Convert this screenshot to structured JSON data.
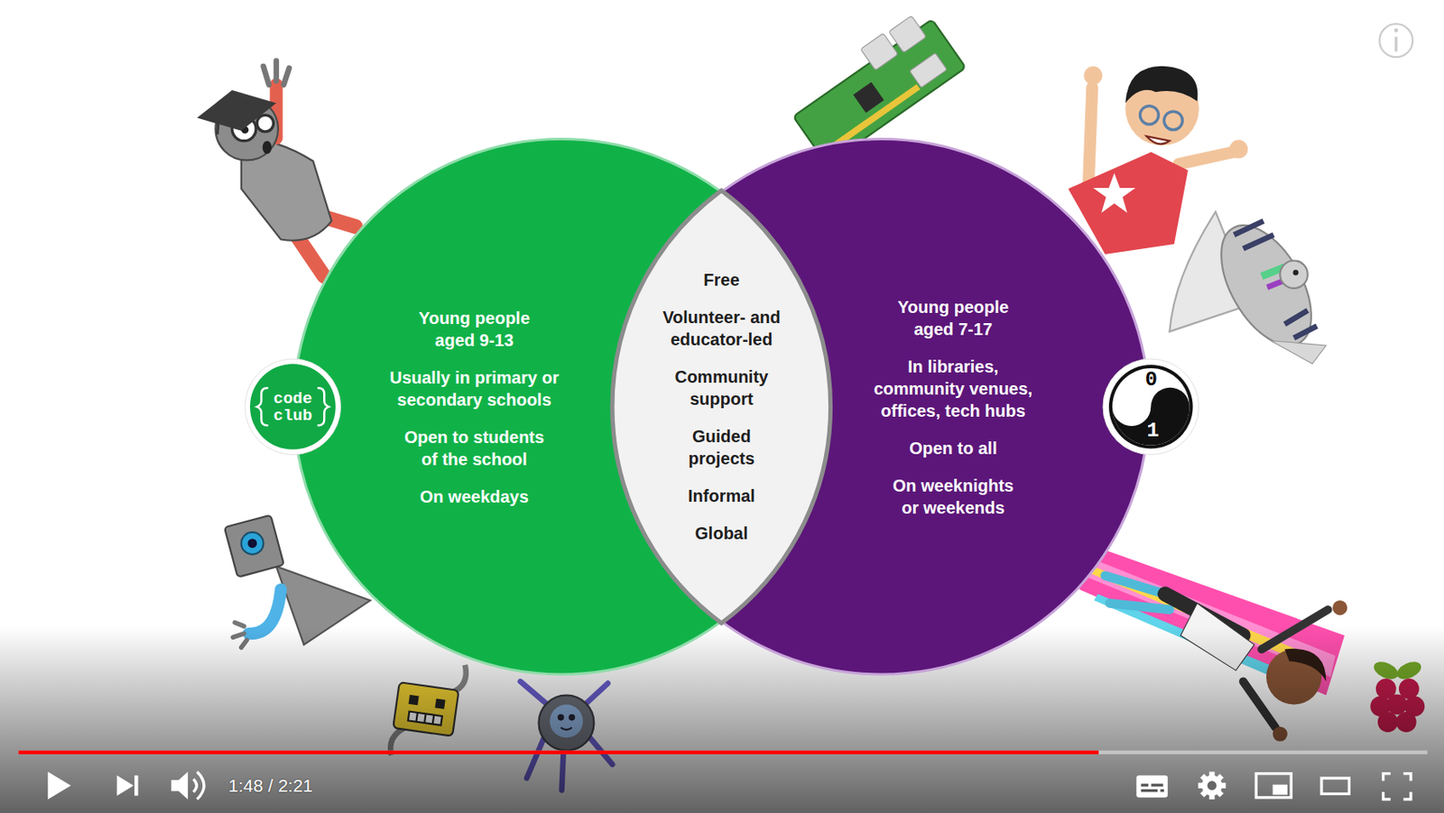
{
  "diagram": {
    "nodes": [
      {
        "text": [
          "code club"
        ]
      },
      {
        "text": [
          "Young people aged 9-13",
          "Usually in primary or secondary schools",
          "Open to students of the school",
          "On weekdays"
        ]
      },
      {
        "text": [
          "Free",
          "Volunteer- and educator-led",
          "Community support",
          "Guided projects",
          "Informal",
          "Global"
        ]
      },
      {
        "text": [
          "Young people aged 7-17",
          "In libraries, community venues, offices, tech hubs",
          "Open to all",
          "On weeknights or weekends"
        ]
      },
      {
        "text": [
          "0",
          "1"
        ]
      }
    ],
    "labels": [
      "1:48 / 2:21"
    ]
  }
}
